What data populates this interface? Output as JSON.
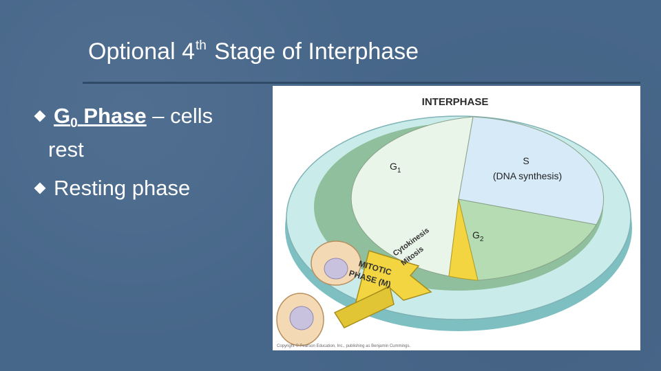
{
  "slide": {
    "title_pre": "Optional 4",
    "title_sup": "th",
    "title_post": " Stage of Interphase"
  },
  "bullets": [
    {
      "g": "G",
      "sub": "0",
      "phase": "Phase",
      "rest_inline": " – cells",
      "rest_line2": "rest"
    },
    {
      "text": "Resting phase"
    }
  ],
  "diagram": {
    "ring_label": "INTERPHASE",
    "g1_main": "G",
    "g1_sub": "1",
    "s_label": "S",
    "s_desc": "(DNA synthesis)",
    "g2_main": "G",
    "g2_sub": "2",
    "cytokinesis": "Cytokinesis",
    "mitosis": "Mitosis",
    "mitotic_line1": "MITOTIC",
    "mitotic_line2": "PHASE (M)",
    "copyright": "Copyright © Pearson Education, Inc., publishing as Benjamin Cummings.",
    "colors": {
      "g1": "#eaf5ea",
      "s": "#d6eaf8",
      "g2": "#b6dcb4",
      "mitotic": "#f3d542",
      "ring": "#9fd3d4",
      "cell": "#f4d9b5",
      "nucleus": "#c9c2df"
    }
  }
}
